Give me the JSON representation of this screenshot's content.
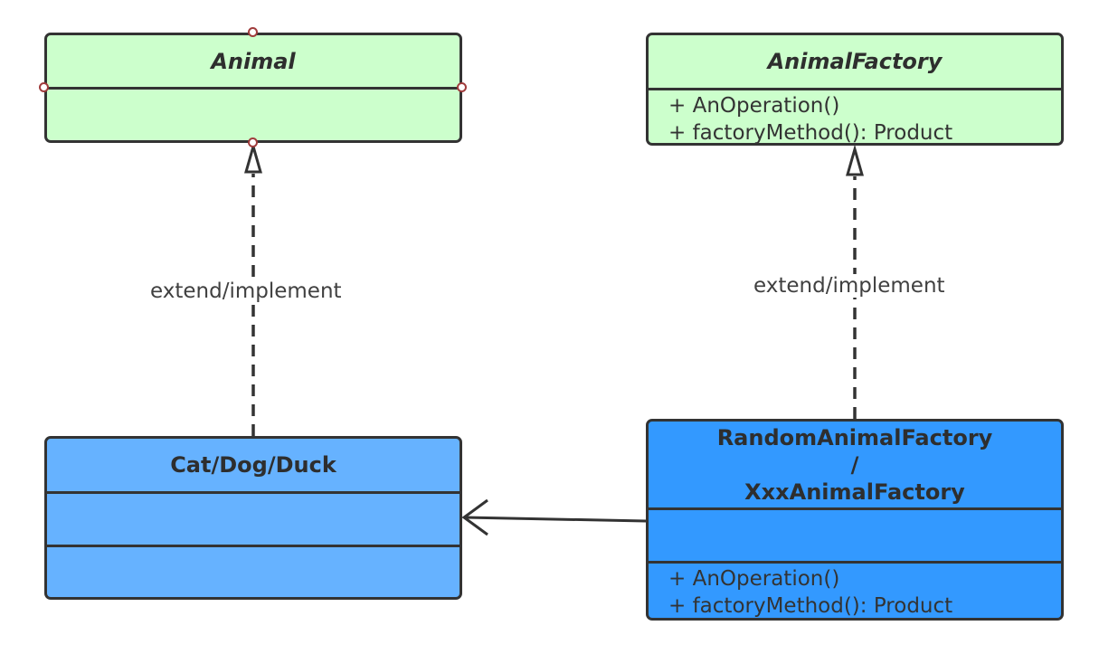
{
  "diagram": {
    "classes": {
      "animal": {
        "name": "Animal"
      },
      "animal_factory": {
        "name": "AnimalFactory",
        "operations": [
          "+ AnOperation()",
          "+ factoryMethod(): Product"
        ]
      },
      "concrete_animal": {
        "name": "Cat/Dog/Duck"
      },
      "concrete_factory": {
        "name_lines": [
          "RandomAnimalFactory",
          "/",
          "XxxAnimalFactory"
        ],
        "operations": [
          "+ AnOperation()",
          "+ factoryMethod(): Product"
        ]
      }
    },
    "relations": {
      "animal_realization": "extend/implement",
      "factory_realization": "extend/implement"
    },
    "colors": {
      "abstract_fill": "#ccffcc",
      "concrete_animal_fill": "#66b2ff",
      "concrete_factory_fill": "#3399ff",
      "stroke": "#333333",
      "handle": "#a03c3c"
    }
  }
}
